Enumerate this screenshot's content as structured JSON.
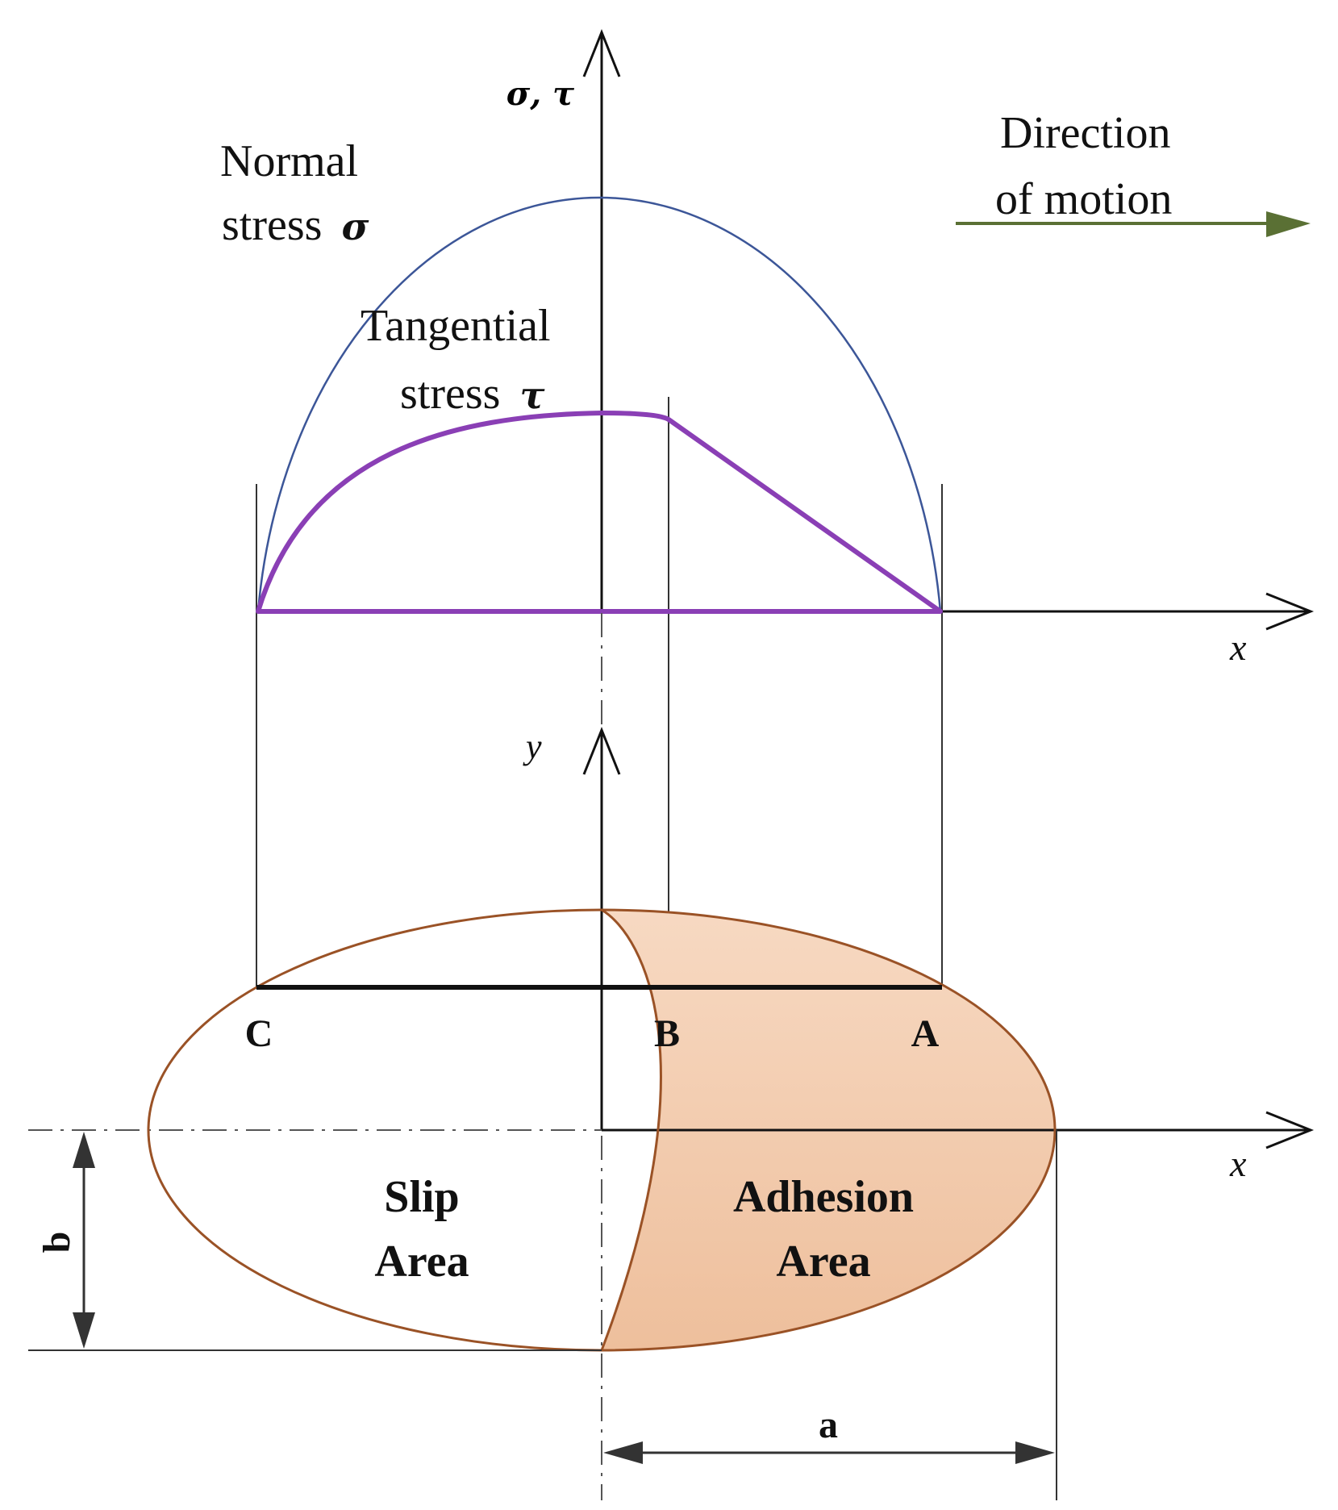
{
  "top_axis": {
    "y_label": "σ, τ",
    "x_label": "x"
  },
  "curves": {
    "normal": {
      "label_line1": "Normal",
      "label_line2_text": "stress",
      "label_line2_symbol": "σ",
      "color": "#3c5698"
    },
    "tangential": {
      "label_line1": "Tangential",
      "label_line2_text": "stress",
      "label_line2_symbol": "τ",
      "color": "#8a3fb5"
    }
  },
  "direction": {
    "line1": "Direction",
    "line2": "of motion",
    "arrow_color": "#5a7034"
  },
  "bottom_axis": {
    "y_label": "y",
    "x_label": "x"
  },
  "points": {
    "c": "C",
    "b": "B",
    "a": "A"
  },
  "regions": {
    "slip_line1": "Slip",
    "slip_line2": "Area",
    "adhesion_line1": "Adhesion",
    "adhesion_line2": "Area",
    "ellipse_color": "#9a5226",
    "adhesion_fill": "#f3c9a8"
  },
  "dimensions": {
    "semi_minor": "b",
    "semi_major": "a"
  }
}
